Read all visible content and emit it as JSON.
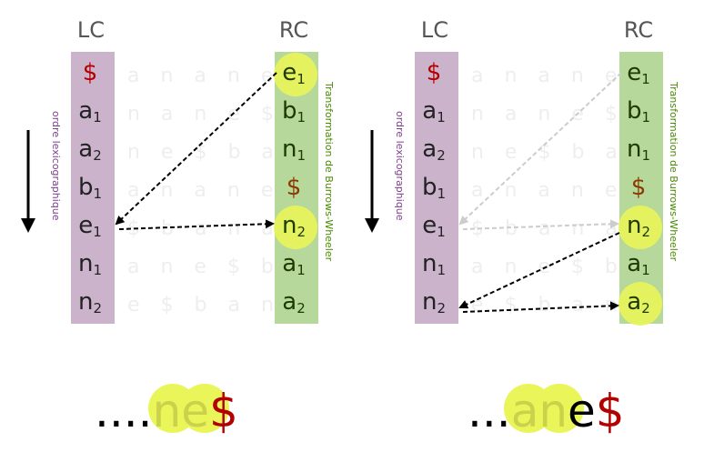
{
  "panels": [
    {
      "id": "left",
      "lc_header": "LC",
      "rc_header": "RC",
      "lc_column": [
        {
          "ch": "$",
          "sub": ""
        },
        {
          "ch": "a",
          "sub": "1"
        },
        {
          "ch": "a",
          "sub": "2"
        },
        {
          "ch": "b",
          "sub": "1"
        },
        {
          "ch": "e",
          "sub": "1"
        },
        {
          "ch": "n",
          "sub": "1"
        },
        {
          "ch": "n",
          "sub": "2"
        }
      ],
      "rc_column": [
        {
          "ch": "e",
          "sub": "1"
        },
        {
          "ch": "b",
          "sub": "1"
        },
        {
          "ch": "n",
          "sub": "1"
        },
        {
          "ch": "$",
          "sub": ""
        },
        {
          "ch": "n",
          "sub": "2"
        },
        {
          "ch": "a",
          "sub": "1"
        },
        {
          "ch": "a",
          "sub": "2"
        }
      ],
      "rotations": [
        "a n a n e",
        "n a n e $",
        "n e $ b a",
        "a n a n e",
        "$ b a n a",
        "a n e $ b",
        "e $ b a n"
      ],
      "left_side_label": "ordre lexicographique",
      "right_side_label": "Transformation de Burrows-Wheeler",
      "result_prefix": "....",
      "result_highlight": "ne",
      "result_plain": "",
      "result_dollar": "$"
    },
    {
      "id": "right",
      "lc_header": "LC",
      "rc_header": "RC",
      "lc_column": [
        {
          "ch": "$",
          "sub": ""
        },
        {
          "ch": "a",
          "sub": "1"
        },
        {
          "ch": "a",
          "sub": "2"
        },
        {
          "ch": "b",
          "sub": "1"
        },
        {
          "ch": "e",
          "sub": "1"
        },
        {
          "ch": "n",
          "sub": "1"
        },
        {
          "ch": "n",
          "sub": "2"
        }
      ],
      "rc_column": [
        {
          "ch": "e",
          "sub": "1"
        },
        {
          "ch": "b",
          "sub": "1"
        },
        {
          "ch": "n",
          "sub": "1"
        },
        {
          "ch": "$",
          "sub": ""
        },
        {
          "ch": "n",
          "sub": "2"
        },
        {
          "ch": "a",
          "sub": "1"
        },
        {
          "ch": "a",
          "sub": "2"
        }
      ],
      "rotations": [
        "a n a n e",
        "n a n e $",
        "n e $ b a",
        "a n a n e",
        "$ b a n a",
        "a n e $ b",
        "e $ b a n"
      ],
      "left_side_label": "ordre lexicographique",
      "right_side_label": "Transformation de Burrows-Wheeler",
      "result_prefix": "...",
      "result_highlight": "an",
      "result_plain": "e",
      "result_dollar": "$"
    }
  ],
  "colors": {
    "lc_bg": "#cbb3cc",
    "rc_bg": "#b6d89a",
    "highlight": "#eaf55a",
    "dollar": "#b30000",
    "rc_dollar": "#8a3a00",
    "text": "#222222",
    "header": "#555555",
    "lc_label": "#7b3f8a",
    "rc_label": "#4a8a00",
    "arrow": "#000000",
    "arrow_faded": "#cccccc",
    "ghost": "#eeeeee"
  }
}
